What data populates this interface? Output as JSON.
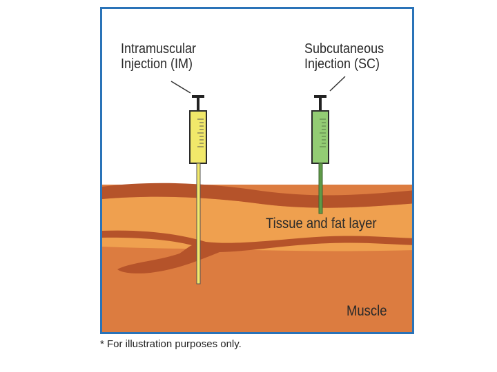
{
  "diagram": {
    "injections": [
      {
        "id": "im",
        "title_line1": "Intramuscular",
        "title_line2": "Injection (IM)",
        "barrel_color": "#f1e86a",
        "needle_color": "#f1e86a"
      },
      {
        "id": "sc",
        "title_line1": "Subcutaneous",
        "title_line2": "Injection (SC)",
        "barrel_color": "#93cc74",
        "needle_color": "#5f9a48"
      }
    ],
    "layers": {
      "tissue_label": "Tissue and fat layer",
      "muscle_label": "Muscle"
    },
    "colors": {
      "frame_border": "#2a73b8",
      "skin": "#b5532a",
      "fat": "#efa04f",
      "muscle": "#dc7c40",
      "vessel": "#b5532a"
    }
  },
  "footnote": "* For illustration purposes only."
}
